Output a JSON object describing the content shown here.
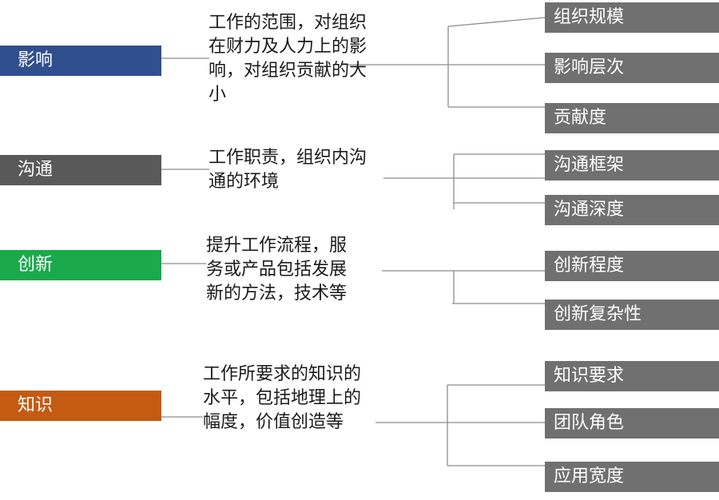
{
  "categories": [
    {
      "label": "影响",
      "color": "#2f4f8f",
      "description": [
        "工作的范围，对组织",
        "在财力及人力上的影",
        "响，对组织贡献的大",
        "小"
      ],
      "items": [
        "组织规模",
        "影响层次",
        "贡献度"
      ]
    },
    {
      "label": "沟通",
      "color": "#595959",
      "description": [
        "工作职责，组织内沟",
        "通的环境"
      ],
      "items": [
        "沟通框架",
        "沟通深度"
      ]
    },
    {
      "label": "创新",
      "color": "#1aaa4b",
      "description": [
        "提升工作流程，服",
        "务或产品包括发展",
        "新的方法，技术等"
      ],
      "items": [
        "创新程度",
        "创新复杂性"
      ]
    },
    {
      "label": "知识",
      "color": "#c55a11",
      "description": [
        "工作所要求的知识的",
        "水平，包括地理上的",
        "幅度，价值创造等"
      ],
      "items": [
        "知识要求",
        "团队角色",
        "应用宽度"
      ]
    }
  ],
  "colors": {
    "item_box": "#707070",
    "connector": "#8c8c8c"
  }
}
